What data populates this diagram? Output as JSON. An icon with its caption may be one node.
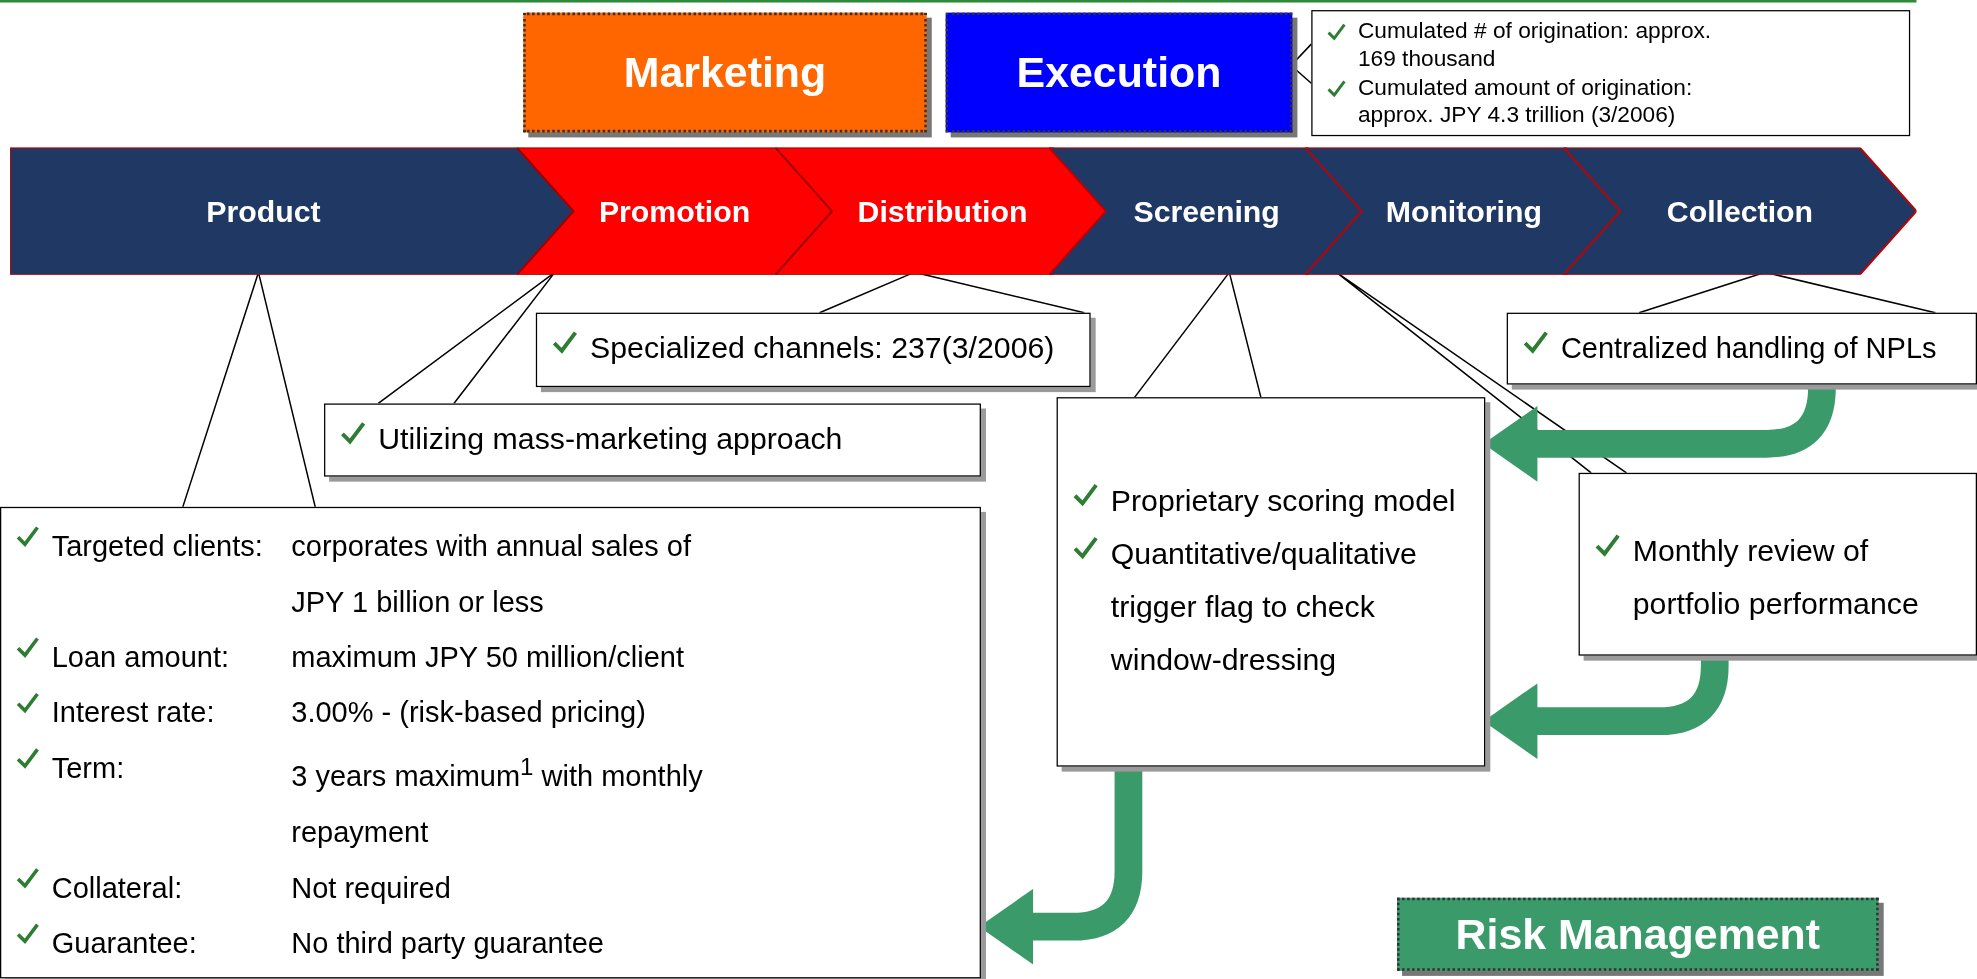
{
  "diagram": {
    "nodes": [
      {
        "text": [
          "Marketing"
        ]
      },
      {
        "text": [
          "Execution"
        ]
      },
      {
        "text": [
          "Cumulated # of origination: approx. 169 thousand",
          "Cumulated amount of origination: approx. JPY 4.3 trillion (3/2006)"
        ]
      },
      {
        "text": [
          "Product"
        ]
      },
      {
        "text": [
          "Promotion"
        ]
      },
      {
        "text": [
          "Distribution"
        ]
      },
      {
        "text": [
          "Screening"
        ]
      },
      {
        "text": [
          "Monitoring"
        ]
      },
      {
        "text": [
          "Collection"
        ]
      },
      {
        "text": [
          "Specialized channels: 237(3/2006)"
        ]
      },
      {
        "text": [
          "Utilizing mass-marketing approach"
        ]
      },
      {
        "text": [
          "Targeted clients:",
          "corporates with annual sales of JPY 1 billion or less",
          "Loan amount:",
          "maximum JPY 50 million/client",
          "Interest rate:",
          "3.00% - (risk-based pricing)",
          "Term:",
          "3 years maximum$^{1}$ with monthly repayment",
          "Collateral:",
          "Not required",
          "Guarantee:",
          "No third party guarantee"
        ]
      },
      {
        "text": [
          "Proprietary scoring model",
          "Quantitative/qualitative trigger flag to check window-dressing"
        ]
      },
      {
        "text": [
          "Centralized handling of NPLs"
        ]
      },
      {
        "text": [
          "Monthly review of portfolio performance"
        ]
      },
      {
        "text": [
          "Risk Management"
        ]
      }
    ],
    "edges": [
      {
        "from": 2,
        "to": 1,
        "arrow": "none"
      },
      {
        "from": 11,
        "to": 3,
        "arrow": "none"
      },
      {
        "from": 10,
        "to": 4,
        "arrow": "none"
      },
      {
        "from": 9,
        "to": 5,
        "arrow": "none"
      },
      {
        "from": 12,
        "to": 6,
        "arrow": "none"
      },
      {
        "from": 14,
        "to": 7,
        "arrow": "none"
      },
      {
        "from": 13,
        "to": 8,
        "arrow": "none"
      },
      {
        "from": 12,
        "to": 11,
        "arrow": "to",
        "style": "thick",
        "color": "#3a9a6a"
      },
      {
        "from": 13,
        "to": 12,
        "arrow": "to",
        "style": "thick",
        "color": "#3a9a6a"
      },
      {
        "from": 14,
        "to": 12,
        "arrow": "to",
        "style": "thick",
        "color": "#3a9a6a"
      }
    ]
  }
}
